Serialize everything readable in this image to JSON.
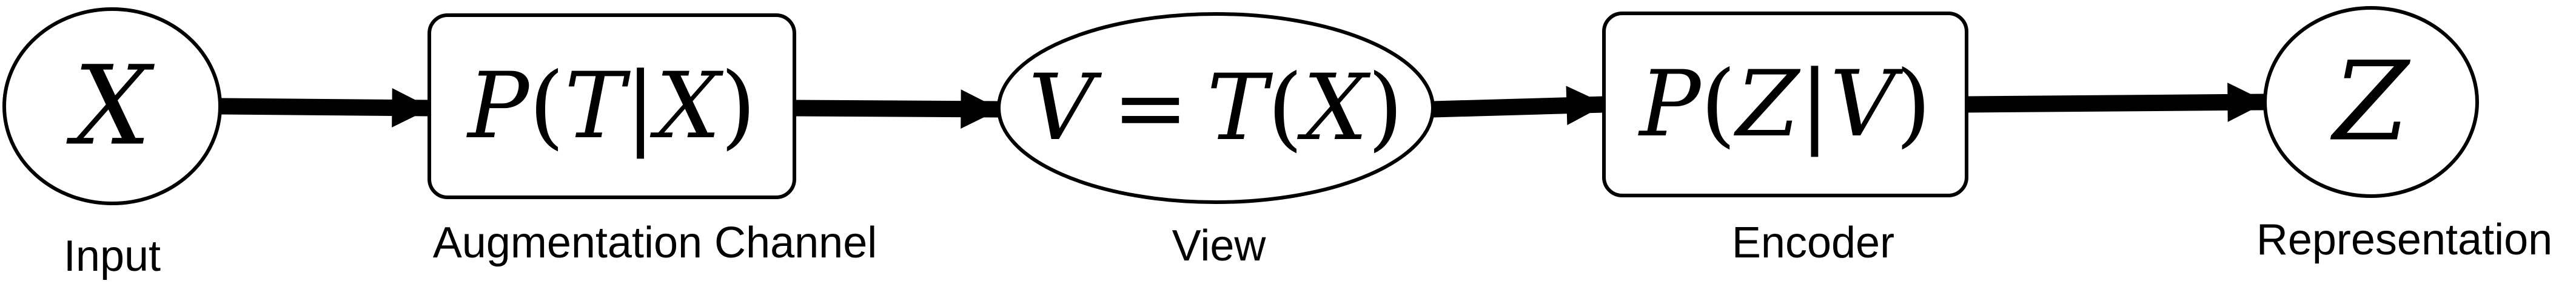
{
  "nodes": {
    "input": {
      "symbol": "X",
      "caption": "Input"
    },
    "augmentation": {
      "p": "P",
      "open": "(",
      "given": "T",
      "bar": "|",
      "cond": "X",
      "close": ")",
      "caption": "Augmentation Channel"
    },
    "view": {
      "lhs": "V",
      "eq": "=",
      "fn": "T",
      "open": "(",
      "arg": "X",
      "close": ")",
      "caption": "View"
    },
    "encoder": {
      "p": "P",
      "open": "(",
      "given": "Z",
      "bar": "|",
      "cond": "V",
      "close": ")",
      "caption": "Encoder"
    },
    "representation": {
      "symbol": "Z",
      "caption": "Representation"
    }
  },
  "colors": {
    "stroke": "#000000",
    "fill": "#ffffff",
    "text": "#000000"
  }
}
